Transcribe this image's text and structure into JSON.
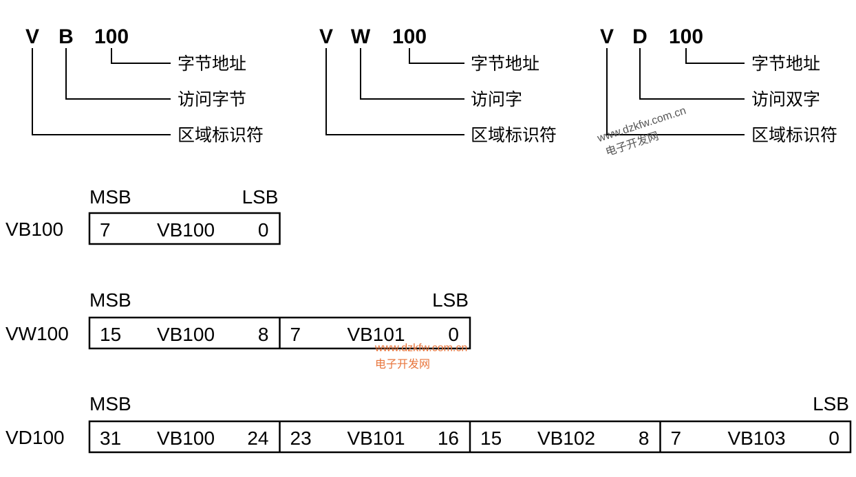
{
  "address_formats": [
    {
      "area": "V",
      "size": "B",
      "address": "100",
      "labels": [
        "字节地址",
        "访问字节",
        "区域标识符"
      ]
    },
    {
      "area": "V",
      "size": "W",
      "address": "100",
      "labels": [
        "字节地址",
        "访问字",
        "区域标识符"
      ]
    },
    {
      "area": "V",
      "size": "D",
      "address": "100",
      "labels": [
        "字节地址",
        "访问双字",
        "区域标识符"
      ]
    }
  ],
  "registers": [
    {
      "name": "VB100",
      "msb": "MSB",
      "lsb": "LSB",
      "cells": [
        {
          "hi": "7",
          "byte": "VB100",
          "lo": "0"
        }
      ]
    },
    {
      "name": "VW100",
      "msb": "MSB",
      "lsb": "LSB",
      "cells": [
        {
          "hi": "15",
          "byte": "VB100",
          "lo": "8"
        },
        {
          "hi": "7",
          "byte": "VB101",
          "lo": "0"
        }
      ]
    },
    {
      "name": "VD100",
      "msb": "MSB",
      "lsb": "LSB",
      "cells": [
        {
          "hi": "31",
          "byte": "VB100",
          "lo": "24"
        },
        {
          "hi": "23",
          "byte": "VB101",
          "lo": "16"
        },
        {
          "hi": "15",
          "byte": "VB102",
          "lo": "8"
        },
        {
          "hi": "7",
          "byte": "VB103",
          "lo": "0"
        }
      ]
    }
  ],
  "watermarks": {
    "url": "www.dzkfw.com.cn",
    "name": "电子开发网",
    "color": "#e8743b"
  }
}
